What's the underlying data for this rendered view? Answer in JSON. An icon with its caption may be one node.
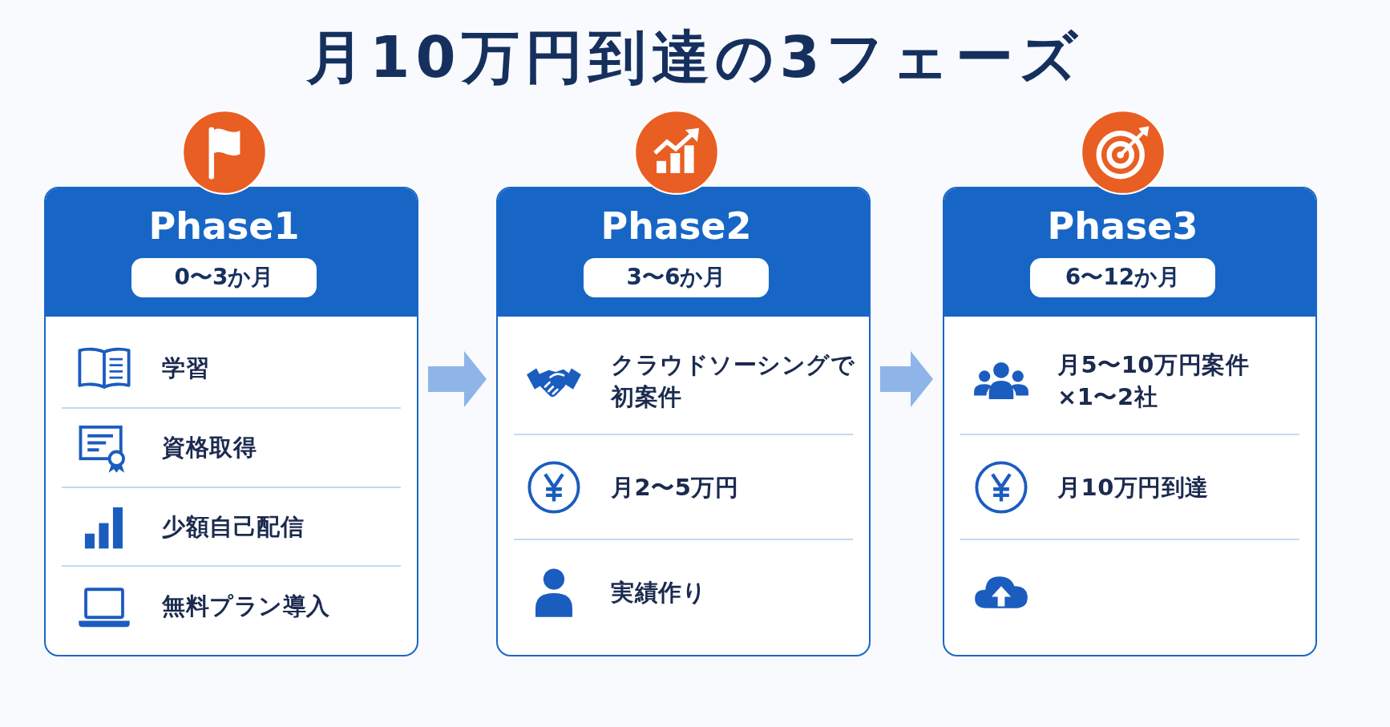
{
  "diagram": {
    "title": "月10万円到達の3フェーズ",
    "nodes": [
      {
        "text": [
          "Phase1",
          "学習",
          "資格取得",
          "少額自己配信",
          "無料プラン導入"
        ]
      },
      {
        "text": [
          "0〜3か月"
        ],
        "in": 0
      },
      {
        "text": [
          "Phase2",
          "クラウドソーシングで初案件",
          "月2〜5万円",
          "実績作り"
        ]
      },
      {
        "text": [
          "3〜6か月"
        ],
        "in": 2
      },
      {
        "text": [
          "Phase3",
          "月5〜10万円案件×1〜2社",
          "月10万円到達"
        ]
      },
      {
        "text": [
          "6〜12か月"
        ],
        "in": 4
      }
    ],
    "edges": [
      {
        "from": 0,
        "to": 2,
        "arrow": "to"
      },
      {
        "from": 2,
        "to": 4,
        "arrow": "to"
      }
    ]
  }
}
